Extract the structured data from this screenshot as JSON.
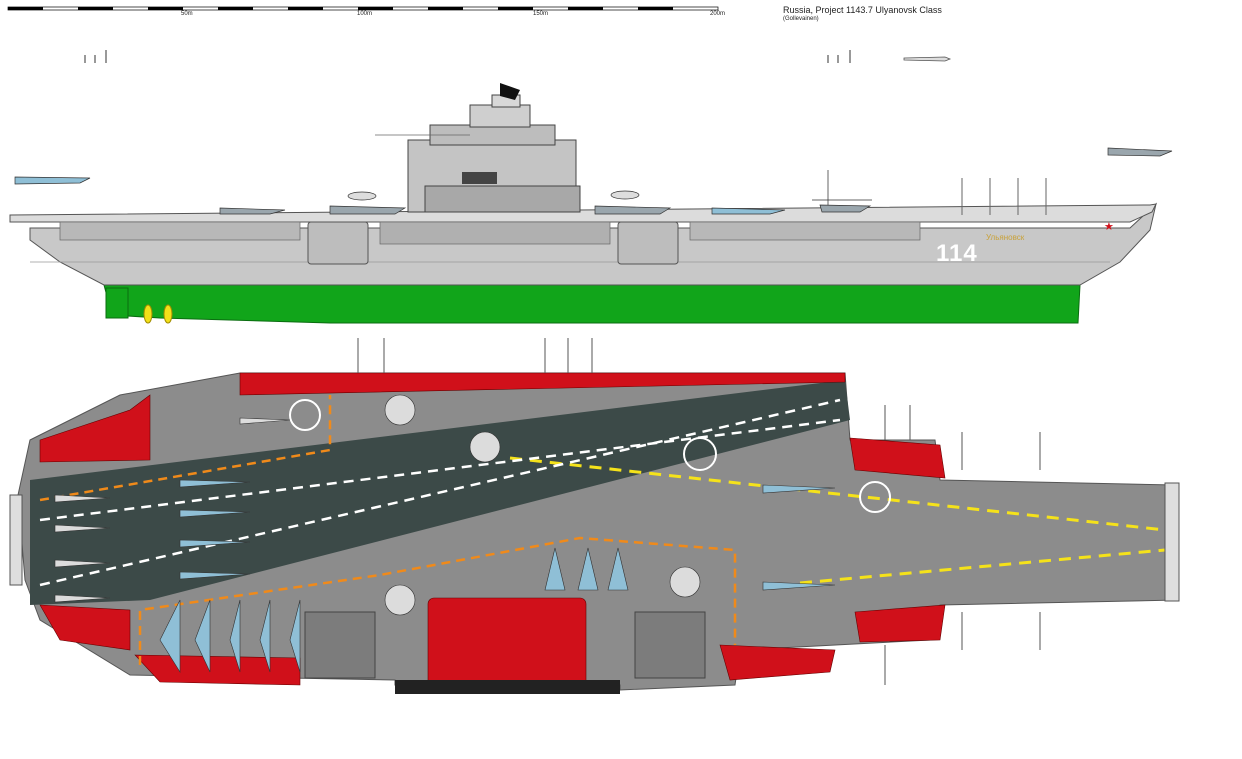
{
  "title": "Russia, Project 1143.7 Ulyanovsk Class",
  "credit": "(Gollevainen)",
  "scale_bar": {
    "labels": [
      "50m",
      "100m",
      "150m",
      "200m"
    ]
  },
  "ship": {
    "hull_number": "114",
    "name_cyrillic": "Ульяновск"
  },
  "colors": {
    "hull_grey": "#c8c8c8",
    "underwater_green": "#11a51a",
    "deck_dark": "#3c4a48",
    "deck_grey": "#8c8c8c",
    "red_accent": "#d0101a",
    "landing_line_yellow": "#f5e21a",
    "safety_line_orange": "#f08a1a",
    "aircraft_blue": "#8fbfd6"
  }
}
